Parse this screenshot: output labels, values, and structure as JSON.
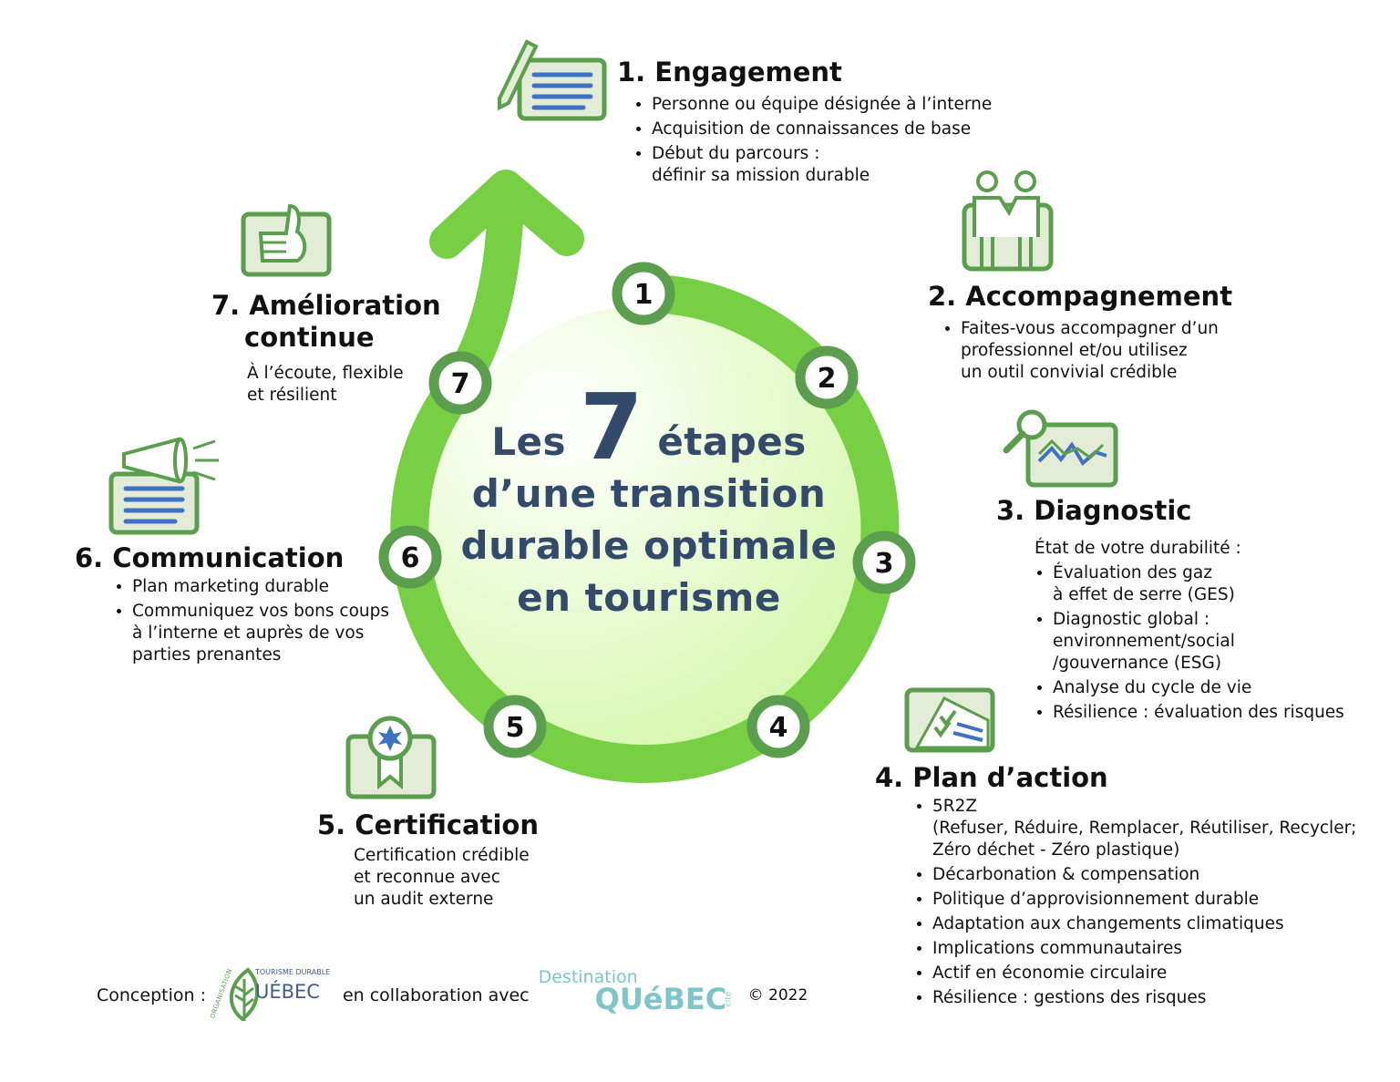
{
  "center": {
    "line1_a": "Les",
    "line1_num": "7",
    "line1_b": "étapes",
    "line2": "d’une transition",
    "line3": "durable optimale",
    "line4": "en tourisme"
  },
  "colors": {
    "ring": "#77cf43",
    "node_border": "#5a9e4e",
    "title": "#344a6a",
    "icon_blue": "#3f72c2",
    "icon_green": "#5a9e4e",
    "icon_fill": "#e3ecd6",
    "teal": "#7ec5c8"
  },
  "nodes": [
    "1",
    "2",
    "3",
    "4",
    "5",
    "6",
    "7"
  ],
  "steps": {
    "s1": {
      "title": "1. Engagement",
      "icon": "document-pencil-icon",
      "items": [
        "Personne ou équipe désignée à l’interne",
        "Acquisition de connaissances de base",
        "Début du parcours :",
        "définir sa mission durable"
      ]
    },
    "s2": {
      "title": "2. Accompagnement",
      "icon": "handshake-icon",
      "items": [
        "Faites-vous accompagner d’un",
        "professionnel et/ou utilisez",
        "un outil convivial crédible"
      ]
    },
    "s3": {
      "title": "3. Diagnostic",
      "icon": "magnifier-chart-icon",
      "intro": "État de votre durabilité :",
      "items": [
        "Évaluation des gaz",
        "à effet de serre (GES)",
        "Diagnostic global :",
        "environnement/social",
        "/gouvernance (ESG)",
        "Analyse du cycle de vie",
        "Résilience : évaluation des risques"
      ]
    },
    "s4": {
      "title": "4. Plan d’action",
      "icon": "checklist-icon",
      "items": [
        "5R2Z",
        "(Refuser, Réduire, Remplacer, Réutiliser, Recycler;",
        "Zéro déchet - Zéro plastique)",
        "Décarbonation & compensation",
        "Politique d’approvisionnement durable",
        "Adaptation aux changements climatiques",
        "Implications communautaires",
        "Actif en économie circulaire",
        "Résilience : gestions des risques"
      ]
    },
    "s5": {
      "title": "5. Certification",
      "icon": "certificate-ribbon-icon",
      "lines": [
        "Certification crédible",
        "et reconnue avec",
        "un audit externe"
      ]
    },
    "s6": {
      "title": "6. Communication",
      "icon": "megaphone-icon",
      "items": [
        "Plan marketing durable",
        "Communiquez vos bons coups",
        "à l’interne et auprès de vos",
        "parties prenantes"
      ]
    },
    "s7": {
      "title_1": "7. Amélioration",
      "title_2": "continue",
      "icon": "thumbs-up-icon",
      "lines": [
        "À l’écoute, flexible",
        "et résilient"
      ]
    }
  },
  "footer": {
    "conception": "Conception :",
    "logo1_top": "TOURISME DURABLE",
    "logo1_main": "UÉBEC",
    "logo1_side": "ORGANISATION",
    "collab": "en collaboration avec",
    "logo2_top": "Destination",
    "logo2_main": "QUéBEC",
    "logo2_side": "cité",
    "copyright": "© 2022"
  }
}
